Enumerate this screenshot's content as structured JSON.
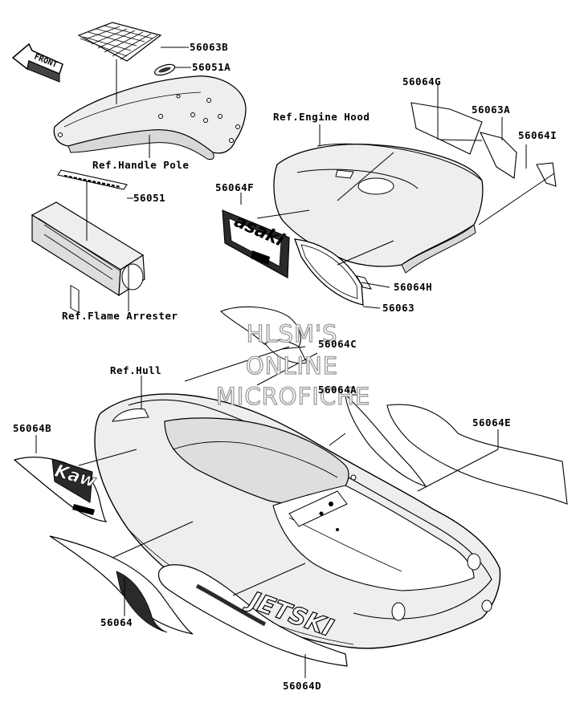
{
  "colors": {
    "line": "#000000",
    "part_fill": "#eeeeee",
    "part_shade": "#d8d8d8",
    "decal_dark": "#222222",
    "watermark_stroke": "#9a9a9a"
  },
  "direction_arrow": {
    "text": "FRONT"
  },
  "part_numbers": {
    "p56063B": "56063B",
    "p56051A": "56051A",
    "p56064G": "56064G",
    "p56063A": "56063A",
    "p56064I": "56064I",
    "p56064F": "56064F",
    "p56051": "56051",
    "p56064H": "56064H",
    "p56063": "56063",
    "p56064C": "56064C",
    "p56064A": "56064A",
    "p56064B": "56064B",
    "p56064E": "56064E",
    "p56064": "56064",
    "p56064D": "56064D"
  },
  "references": {
    "handle_pole": "Ref.Handle Pole",
    "engine_hood": "Ref.Engine Hood",
    "flame_arrester": "Ref.Flame Arrester",
    "hull": "Ref.Hull"
  },
  "decal_text": {
    "kaw": "Kaw",
    "jetski": "JETSKI",
    "asaki": "asaki"
  },
  "watermark": {
    "line1": "HLSM'S",
    "line2": "ONLINE",
    "line3": "MICROFICHE"
  }
}
